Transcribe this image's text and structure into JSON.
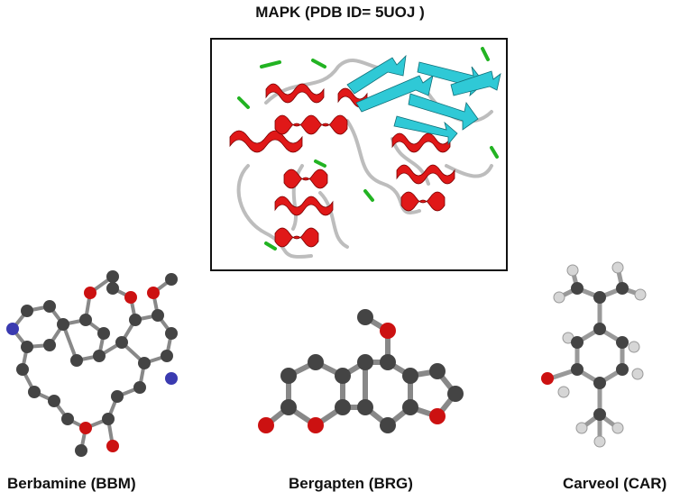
{
  "figure": {
    "title": "MAPK (PDB ID= 5UOJ )",
    "molecules": [
      {
        "label": "Berbamine (BBM)"
      },
      {
        "label": "Bergapten (BRG)"
      },
      {
        "label": "Carveol (CAR)"
      }
    ]
  },
  "colors": {
    "helix": "#e01818",
    "sheet": "#2fc9d6",
    "turn": "#22b322",
    "coil": "#bdbdbd",
    "carbon": "#444444",
    "oxygen": "#cc1111",
    "nitrogen": "#3a3ab0",
    "hydrogen": "#d6d6d6"
  }
}
